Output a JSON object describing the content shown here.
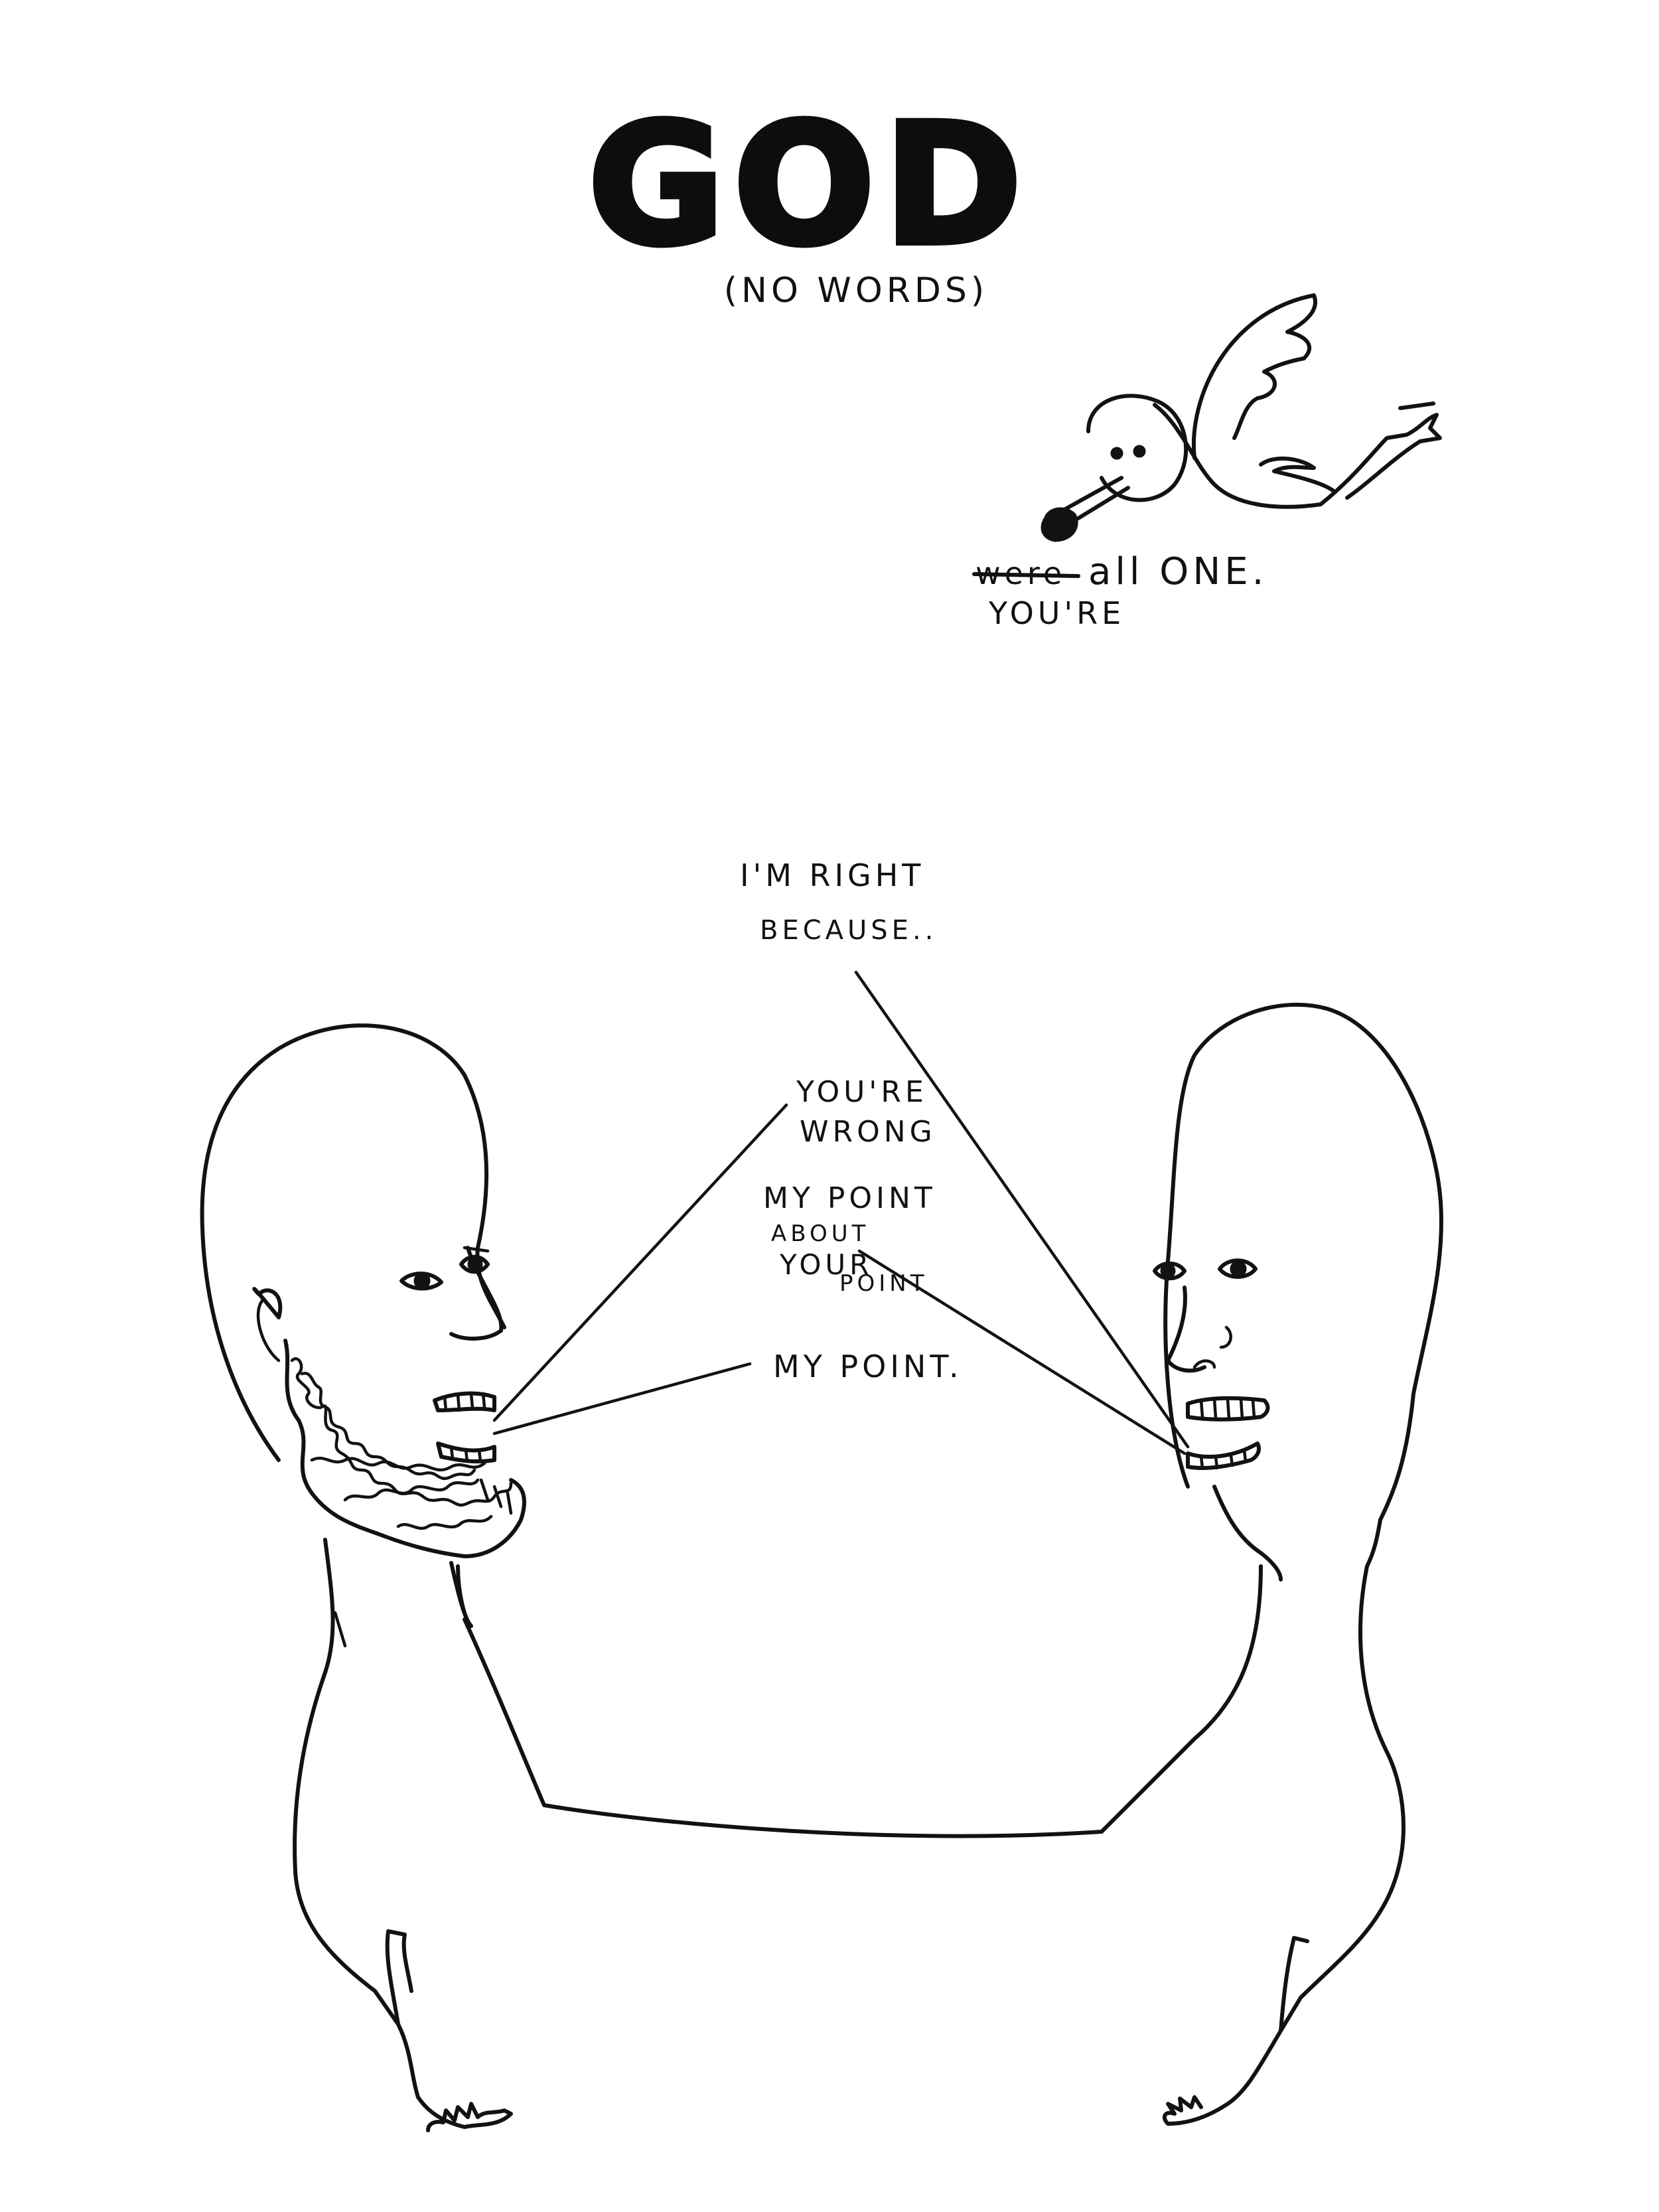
{
  "drawing": {
    "title": "GOD",
    "subtitle": "(NO WORDS)",
    "bird_caption": {
      "crossed_word": "were",
      "main_text": "all ONE.",
      "insert_word": "YOU'RE"
    },
    "speech": {
      "right_line1": "I'M RIGHT",
      "right_line2": "BECAUSE..",
      "wrong_line1": "YOU'RE",
      "wrong_line2": "WRONG",
      "point_about_line1": "MY POINT",
      "point_about_line2": "ABOUT",
      "point_about_line3": "YOUR",
      "point_about_line4": "POINT",
      "my_point": "MY POINT."
    },
    "ink_color": "#121212",
    "paper_color": "#ffffff"
  }
}
